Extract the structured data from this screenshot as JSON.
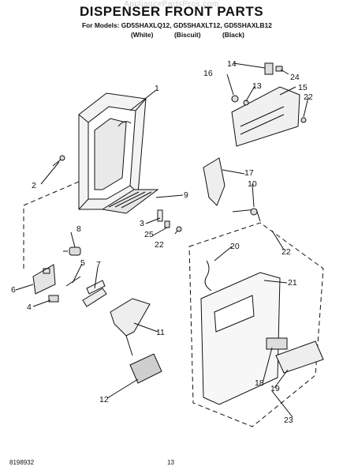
{
  "watermark": "AppliancePartsPros.com",
  "header": {
    "title": "DISPENSER FRONT PARTS",
    "models_label": "For Models: GD5SHAXLQ12, GD5SHAXLT12, GD5SHAXLB12",
    "variants": [
      "(White)",
      "(Biscuit)",
      "(Black)"
    ]
  },
  "callouts": [
    "1",
    "2",
    "3",
    "4",
    "5",
    "6",
    "7",
    "8",
    "9",
    "10",
    "11",
    "12",
    "13",
    "14",
    "15",
    "16",
    "17",
    "18",
    "19",
    "20",
    "21",
    "22",
    "22",
    "22",
    "23",
    "24",
    "25"
  ],
  "footer": {
    "code": "8198932",
    "page": "13"
  }
}
